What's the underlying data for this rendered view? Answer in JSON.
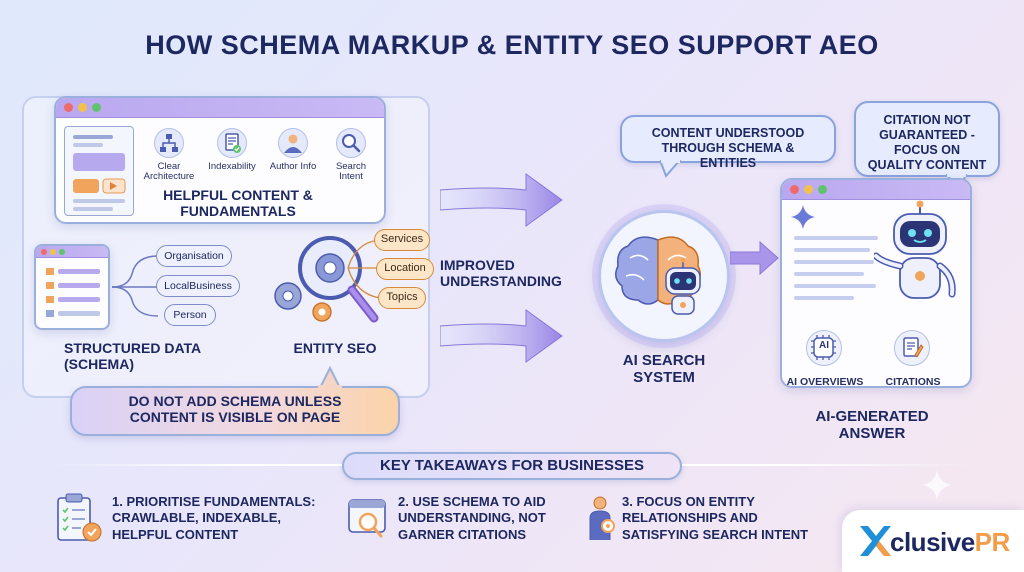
{
  "title": "HOW SCHEMA MARKUP & ENTITY SEO SUPPORT AEO",
  "fundamentals": {
    "label": "HELPFUL CONTENT & FUNDAMENTALS",
    "icons": [
      {
        "label": "Clear Architecture",
        "icon": "sitemap-icon"
      },
      {
        "label": "Indexability",
        "icon": "document-check-icon"
      },
      {
        "label": "Author Info",
        "icon": "person-icon"
      },
      {
        "label": "Search Intent",
        "icon": "search-icon"
      }
    ]
  },
  "schema": {
    "label": "STRUCTURED DATA (SCHEMA)",
    "types": [
      "Organisation",
      "LocalBusiness",
      "Person"
    ]
  },
  "entity": {
    "label": "ENTITY SEO",
    "tags": [
      "Services",
      "Location",
      "Topics"
    ]
  },
  "warning": "DO NOT ADD SCHEMA UNLESS CONTENT IS VISIBLE ON PAGE",
  "improved": "IMPROVED UNDERSTANDING",
  "ai_search": "AI SEARCH SYSTEM",
  "bubble_understood": "CONTENT UNDERSTOOD THROUGH SCHEMA & ENTITIES",
  "bubble_citation": "CITATION NOT GUARANTEED - FOCUS ON QUALITY CONTENT",
  "answer": {
    "label": "AI-GENERATED ANSWER",
    "overviews": "AI OVERVIEWS",
    "citations": "CITATIONS",
    "ai_badge": "AI"
  },
  "takeaways": {
    "title": "KEY TAKEAWAYS FOR BUSINESSES",
    "items": [
      {
        "text": "1. PRIORITISE FUNDAMENTALS: CRAWLABLE, INDEXABLE, HELPFUL CONTENT"
      },
      {
        "text": "2. USE SCHEMA TO AID UNDERSTANDING, NOT GARNER CITATIONS"
      },
      {
        "text": "3. FOCUS ON ENTITY RELATIONSHIPS AND SATISFYING SEARCH INTENT"
      }
    ]
  },
  "logo": {
    "x": "X",
    "rest": "clusive",
    "pr": "PR"
  },
  "colors": {
    "navy": "#1d2760",
    "lavender": "#b9a8ef",
    "orange": "#f39c4a",
    "blue": "#8aa3dc"
  }
}
